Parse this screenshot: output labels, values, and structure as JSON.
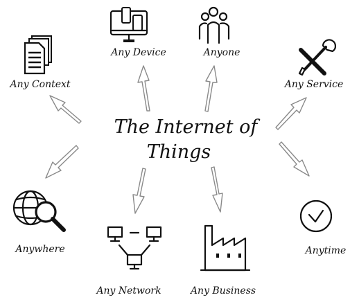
{
  "center": {
    "line1": "The Internet of",
    "line2": "Things"
  },
  "nodes": {
    "device": {
      "label": "Any Device",
      "icon": "devices-icon"
    },
    "anyone": {
      "label": "Anyone",
      "icon": "people-icon"
    },
    "context": {
      "label": "Any Context",
      "icon": "documents-icon"
    },
    "service": {
      "label": "Any Service",
      "icon": "tools-icon"
    },
    "anywhere": {
      "label": "Anywhere",
      "icon": "globe-search-icon"
    },
    "anytime": {
      "label": "Anytime",
      "icon": "clock-icon"
    },
    "network": {
      "label": "Any Network",
      "icon": "network-icon"
    },
    "business": {
      "label": "Any Business",
      "icon": "factory-icon"
    }
  },
  "colors": {
    "arrow_stroke": "#8a8a8a",
    "text": "#111111",
    "background": "#ffffff"
  }
}
